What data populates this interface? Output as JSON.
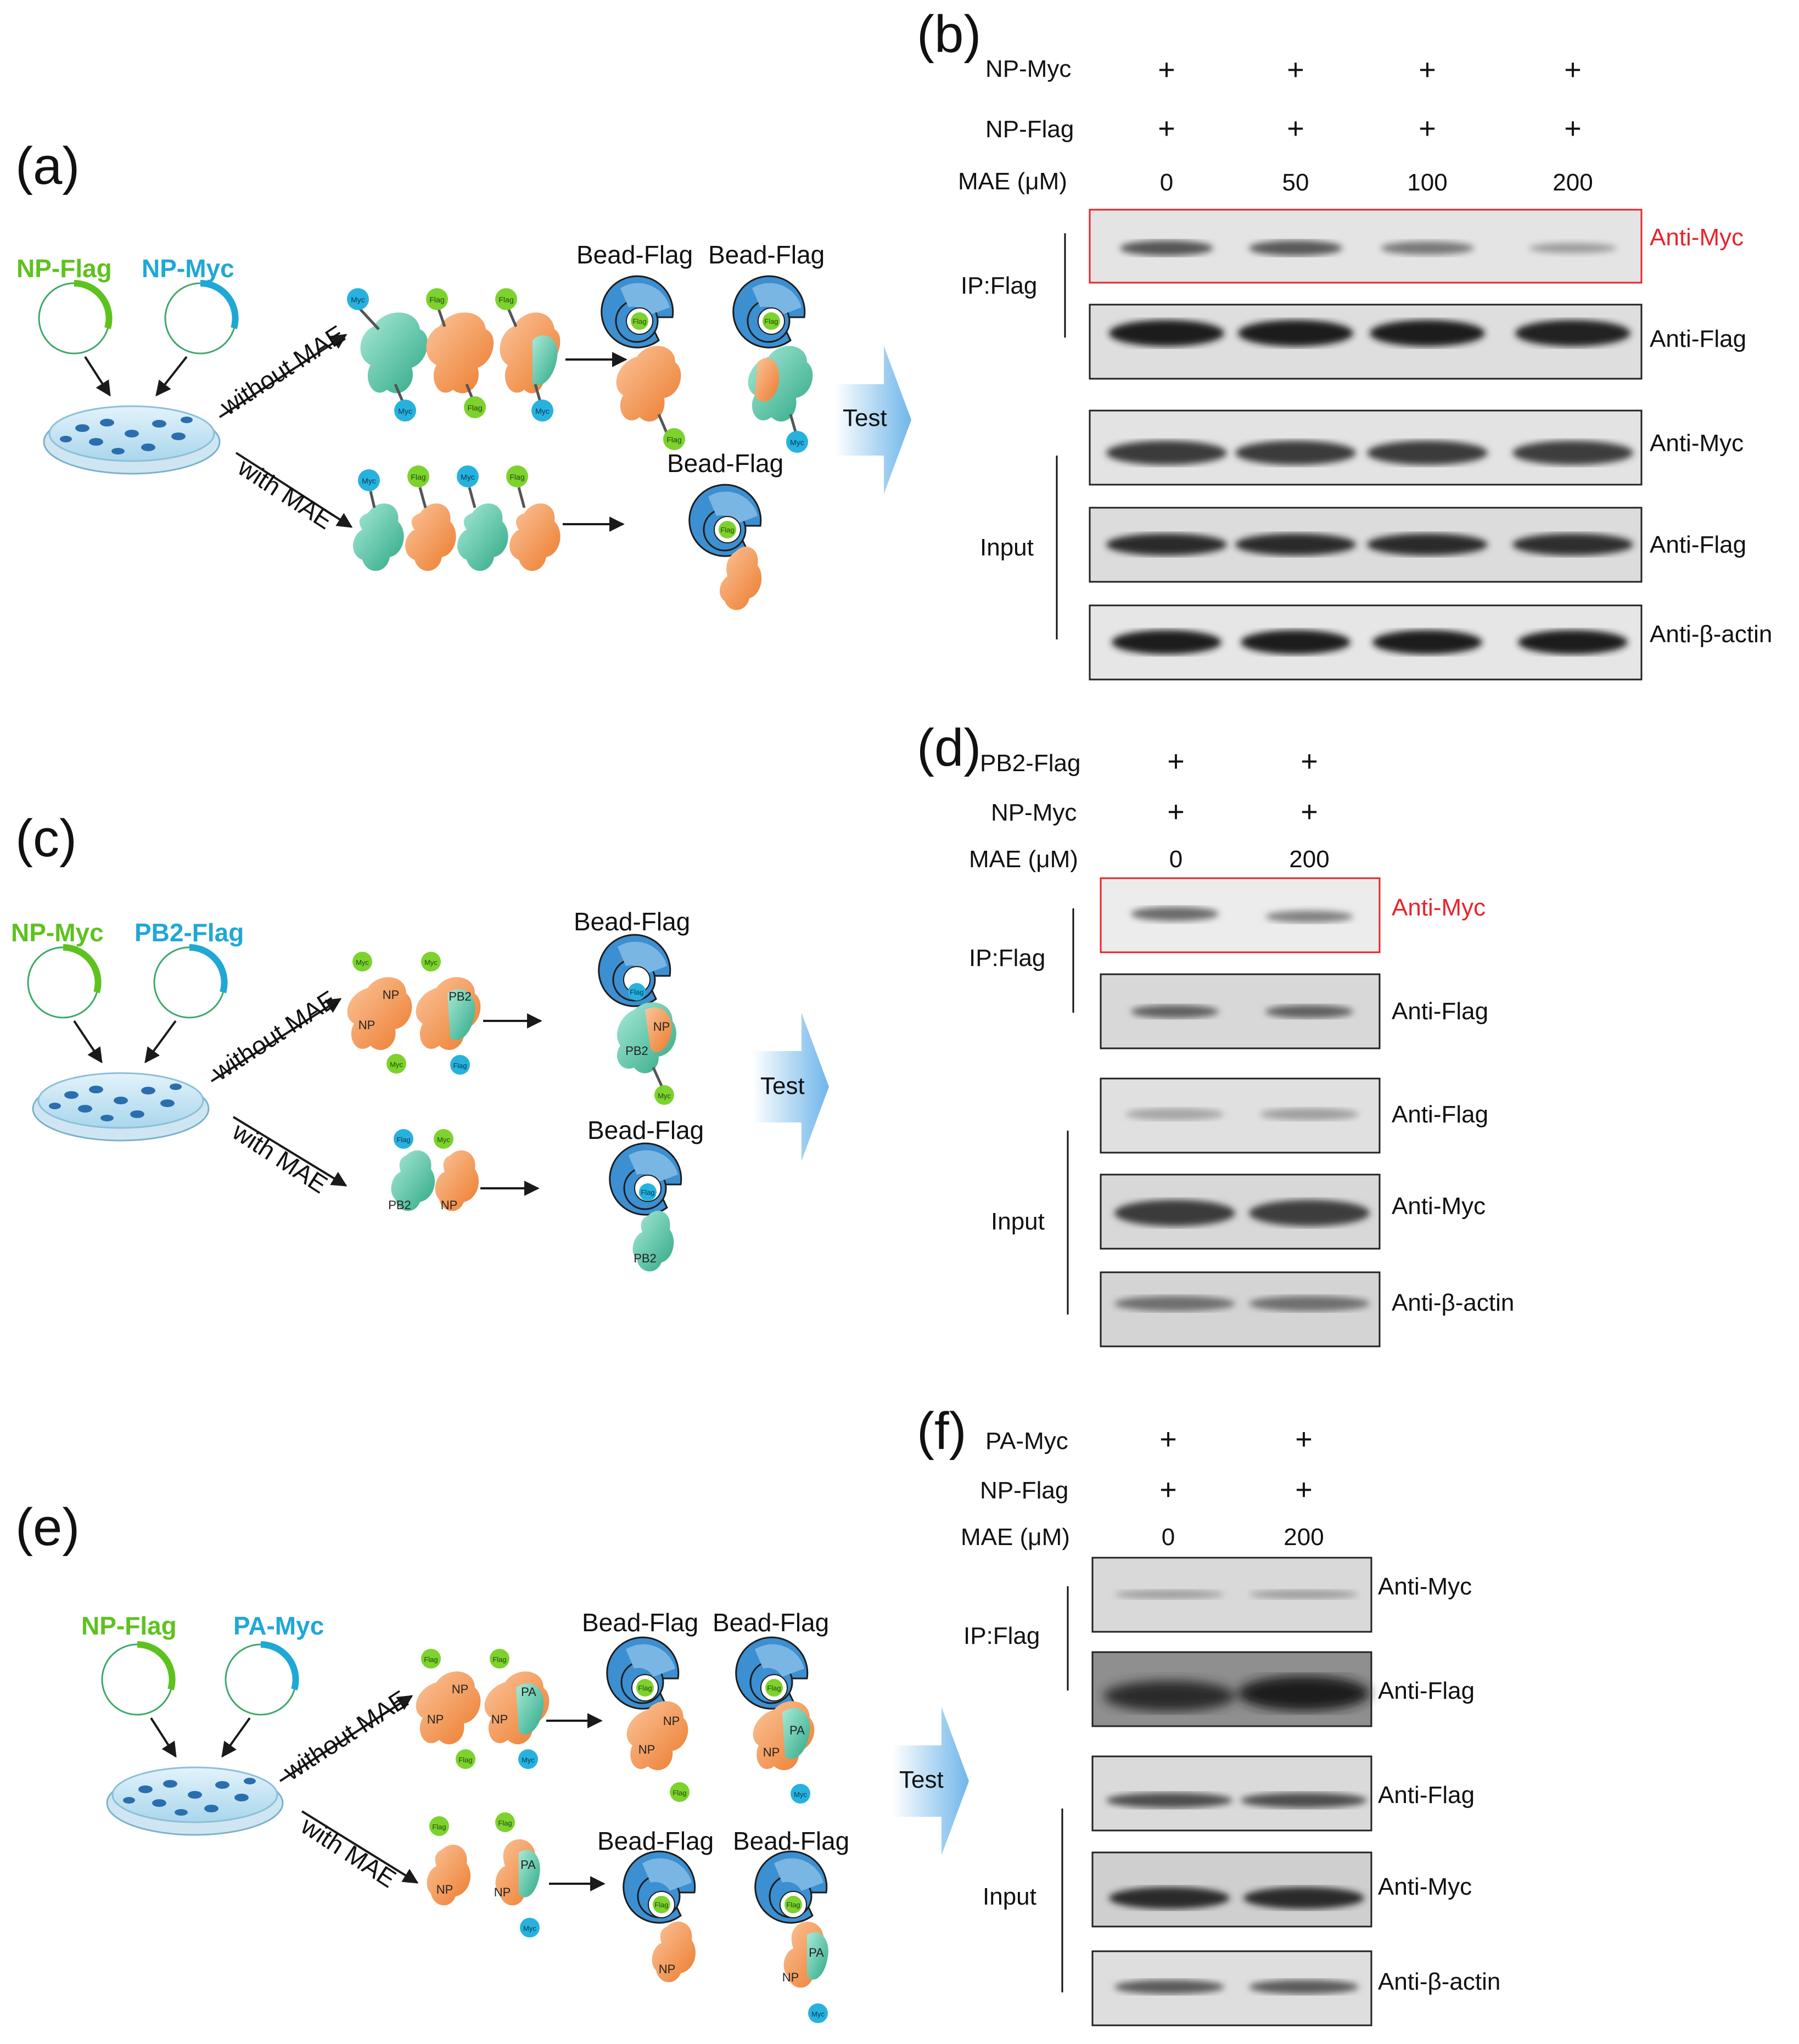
{
  "colors": {
    "plasmid_green": "#5ec21e",
    "plasmid_cyan": "#1fa8d6",
    "np_protein": "#f08a3c",
    "partner_protein": "#3dbf9e",
    "myc_tag": "#27b2de",
    "flag_tag": "#7dd22e",
    "bead": "#3c8fd0",
    "highlight_red": "#e8242c",
    "arrow_fill": "#8cc6ef"
  },
  "panels": {
    "a": {
      "letter": "(a)",
      "plasmid1": "NP-Flag",
      "plasmid2": "NP-Myc",
      "arrow_top": "without MAE",
      "arrow_bottom": "with MAE",
      "bead_labels": [
        "Bead-Flag",
        "Bead-Flag",
        "Bead-Flag"
      ],
      "test": "Test"
    },
    "b": {
      "letter": "(b)",
      "rows": [
        {
          "label": "NP-Myc",
          "values": [
            "+",
            "+",
            "+",
            "+"
          ]
        },
        {
          "label": "NP-Flag",
          "values": [
            "+",
            "+",
            "+",
            "+"
          ]
        },
        {
          "label": "MAE (μM)",
          "values": [
            "0",
            "50",
            "100",
            "200"
          ]
        }
      ],
      "ip_label": "IP:Flag",
      "input_label": "Input",
      "blots": [
        "Anti-Myc",
        "Anti-Flag",
        "Anti-Myc",
        "Anti-Flag",
        "Anti-β-actin"
      ]
    },
    "c": {
      "letter": "(c)",
      "plasmid1": "NP-Myc",
      "plasmid2": "PB2-Flag",
      "arrow_top": "without MAE",
      "arrow_bottom": "with MAE",
      "bead_labels": [
        "Bead-Flag",
        "Bead-Flag"
      ],
      "test": "Test"
    },
    "d": {
      "letter": "(d)",
      "rows": [
        {
          "label": "PB2-Flag",
          "values": [
            "+",
            "+"
          ]
        },
        {
          "label": "NP-Myc",
          "values": [
            "+",
            "+"
          ]
        },
        {
          "label": "MAE (μM)",
          "values": [
            "0",
            "200"
          ]
        }
      ],
      "ip_label": "IP:Flag",
      "input_label": "Input",
      "blots": [
        "Anti-Myc",
        "Anti-Flag",
        "Anti-Flag",
        "Anti-Myc",
        "Anti-β-actin"
      ]
    },
    "e": {
      "letter": "(e)",
      "plasmid1": "NP-Flag",
      "plasmid2": "PA-Myc",
      "arrow_top": "without MAE",
      "arrow_bottom": "with MAE",
      "bead_labels": [
        "Bead-Flag",
        "Bead-Flag",
        "Bead-Flag",
        "Bead-Flag"
      ],
      "test": "Test"
    },
    "f": {
      "letter": "(f)",
      "rows": [
        {
          "label": "PA-Myc",
          "values": [
            "+",
            "+"
          ]
        },
        {
          "label": "NP-Flag",
          "values": [
            "+",
            "+"
          ]
        },
        {
          "label": "MAE (μM)",
          "values": [
            "0",
            "200"
          ]
        }
      ],
      "ip_label": "IP:Flag",
      "input_label": "Input",
      "blots": [
        "Anti-Myc",
        "Anti-Flag",
        "Anti-Flag",
        "Anti-Myc",
        "Anti-β-actin"
      ]
    }
  },
  "tag_labels": {
    "flag": "Flag",
    "myc": "Myc",
    "np": "NP",
    "pb2": "PB2",
    "pa": "PA"
  }
}
